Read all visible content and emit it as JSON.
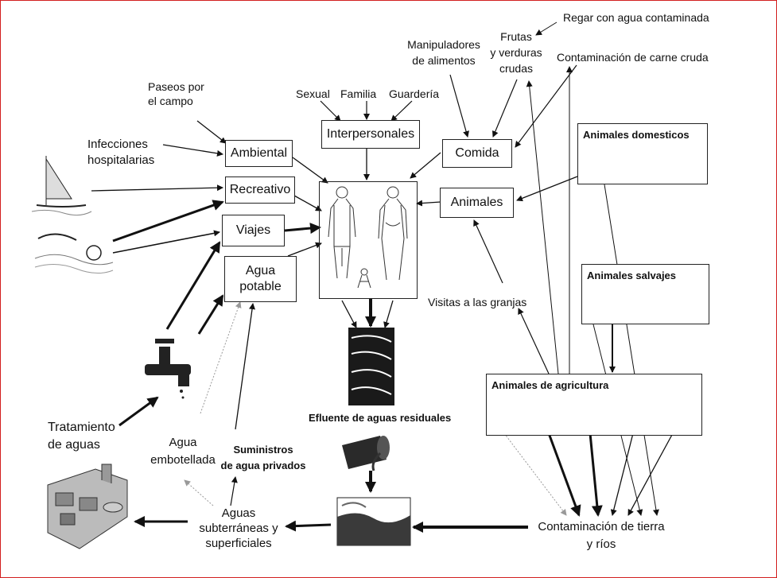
{
  "nodes": {
    "ambiental": "Ambiental",
    "recreativo": "Recreativo",
    "viajes": "Viajes",
    "agua_potable_1": "Agua",
    "agua_potable_2": "potable",
    "interpersonales": "Interpersonales",
    "comida": "Comida",
    "animales": "Animales"
  },
  "labels": {
    "paseos_1": "Paseos por",
    "paseos_2": "el campo",
    "infecciones_1": "Infecciones",
    "infecciones_2": "hospitalarias",
    "sexual": "Sexual",
    "familia": "Familia",
    "guarderia": "Guardería",
    "manipuladores_1": "Manipuladores",
    "manipuladores_2": "de alimentos",
    "frutas_1": "Frutas",
    "frutas_2": "y verduras",
    "frutas_3": "crudas",
    "regar": "Regar con agua contaminada",
    "carne": "Contaminación de carne cruda",
    "visitas": "Visitas a las granjas",
    "efluente": "Efluente de aguas residuales",
    "tratamiento_1": "Tratamiento",
    "tratamiento_2": "de aguas",
    "embotellada_1": "Agua",
    "embotellada_2": "embotellada",
    "suministros_1": "Suministros",
    "suministros_2": "de agua privados",
    "subterraneas_1": "Aguas",
    "subterraneas_2": "subterráneas y",
    "subterraneas_3": "superficiales",
    "tierra_1": "Contaminación de tierra",
    "tierra_2": "y ríos"
  },
  "panels": {
    "domesticos": "Animales domesticos",
    "salvajes": "Animales salvajes",
    "agricultura": "Animales de agricultura"
  },
  "colors": {
    "frame": "#d21f1f",
    "ink": "#111111"
  }
}
